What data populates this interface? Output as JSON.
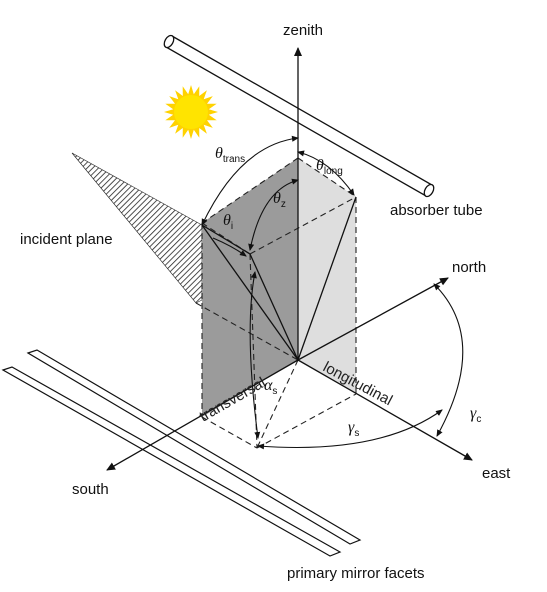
{
  "labels": {
    "zenith": "zenith",
    "north": "north",
    "east": "east",
    "south": "south",
    "absorber_tube": "absorber tube",
    "incident_plane": "incident plane",
    "primary_mirror_facets": "primary mirror facets",
    "transversal": "transversal",
    "longitudinal": "longitudinal"
  },
  "angles": {
    "theta_trans": {
      "symbol": "θ",
      "sub": "trans"
    },
    "theta_long": {
      "symbol": "θ",
      "sub": "long"
    },
    "theta_z": {
      "symbol": "θ",
      "sub": "z"
    },
    "theta_i": {
      "symbol": "θ",
      "sub": "i"
    },
    "alpha_s": {
      "symbol": "α",
      "sub": "s"
    },
    "gamma_s": {
      "symbol": "γ",
      "sub": "s"
    },
    "gamma_c": {
      "symbol": "γ",
      "sub": "c"
    }
  },
  "colors": {
    "sun_fill": "#ffe400",
    "sun_rays": "#ffd200",
    "transversal_plane": "#9b9b9b",
    "longitudinal_plane": "#dcdcdc",
    "line": "#111111"
  }
}
